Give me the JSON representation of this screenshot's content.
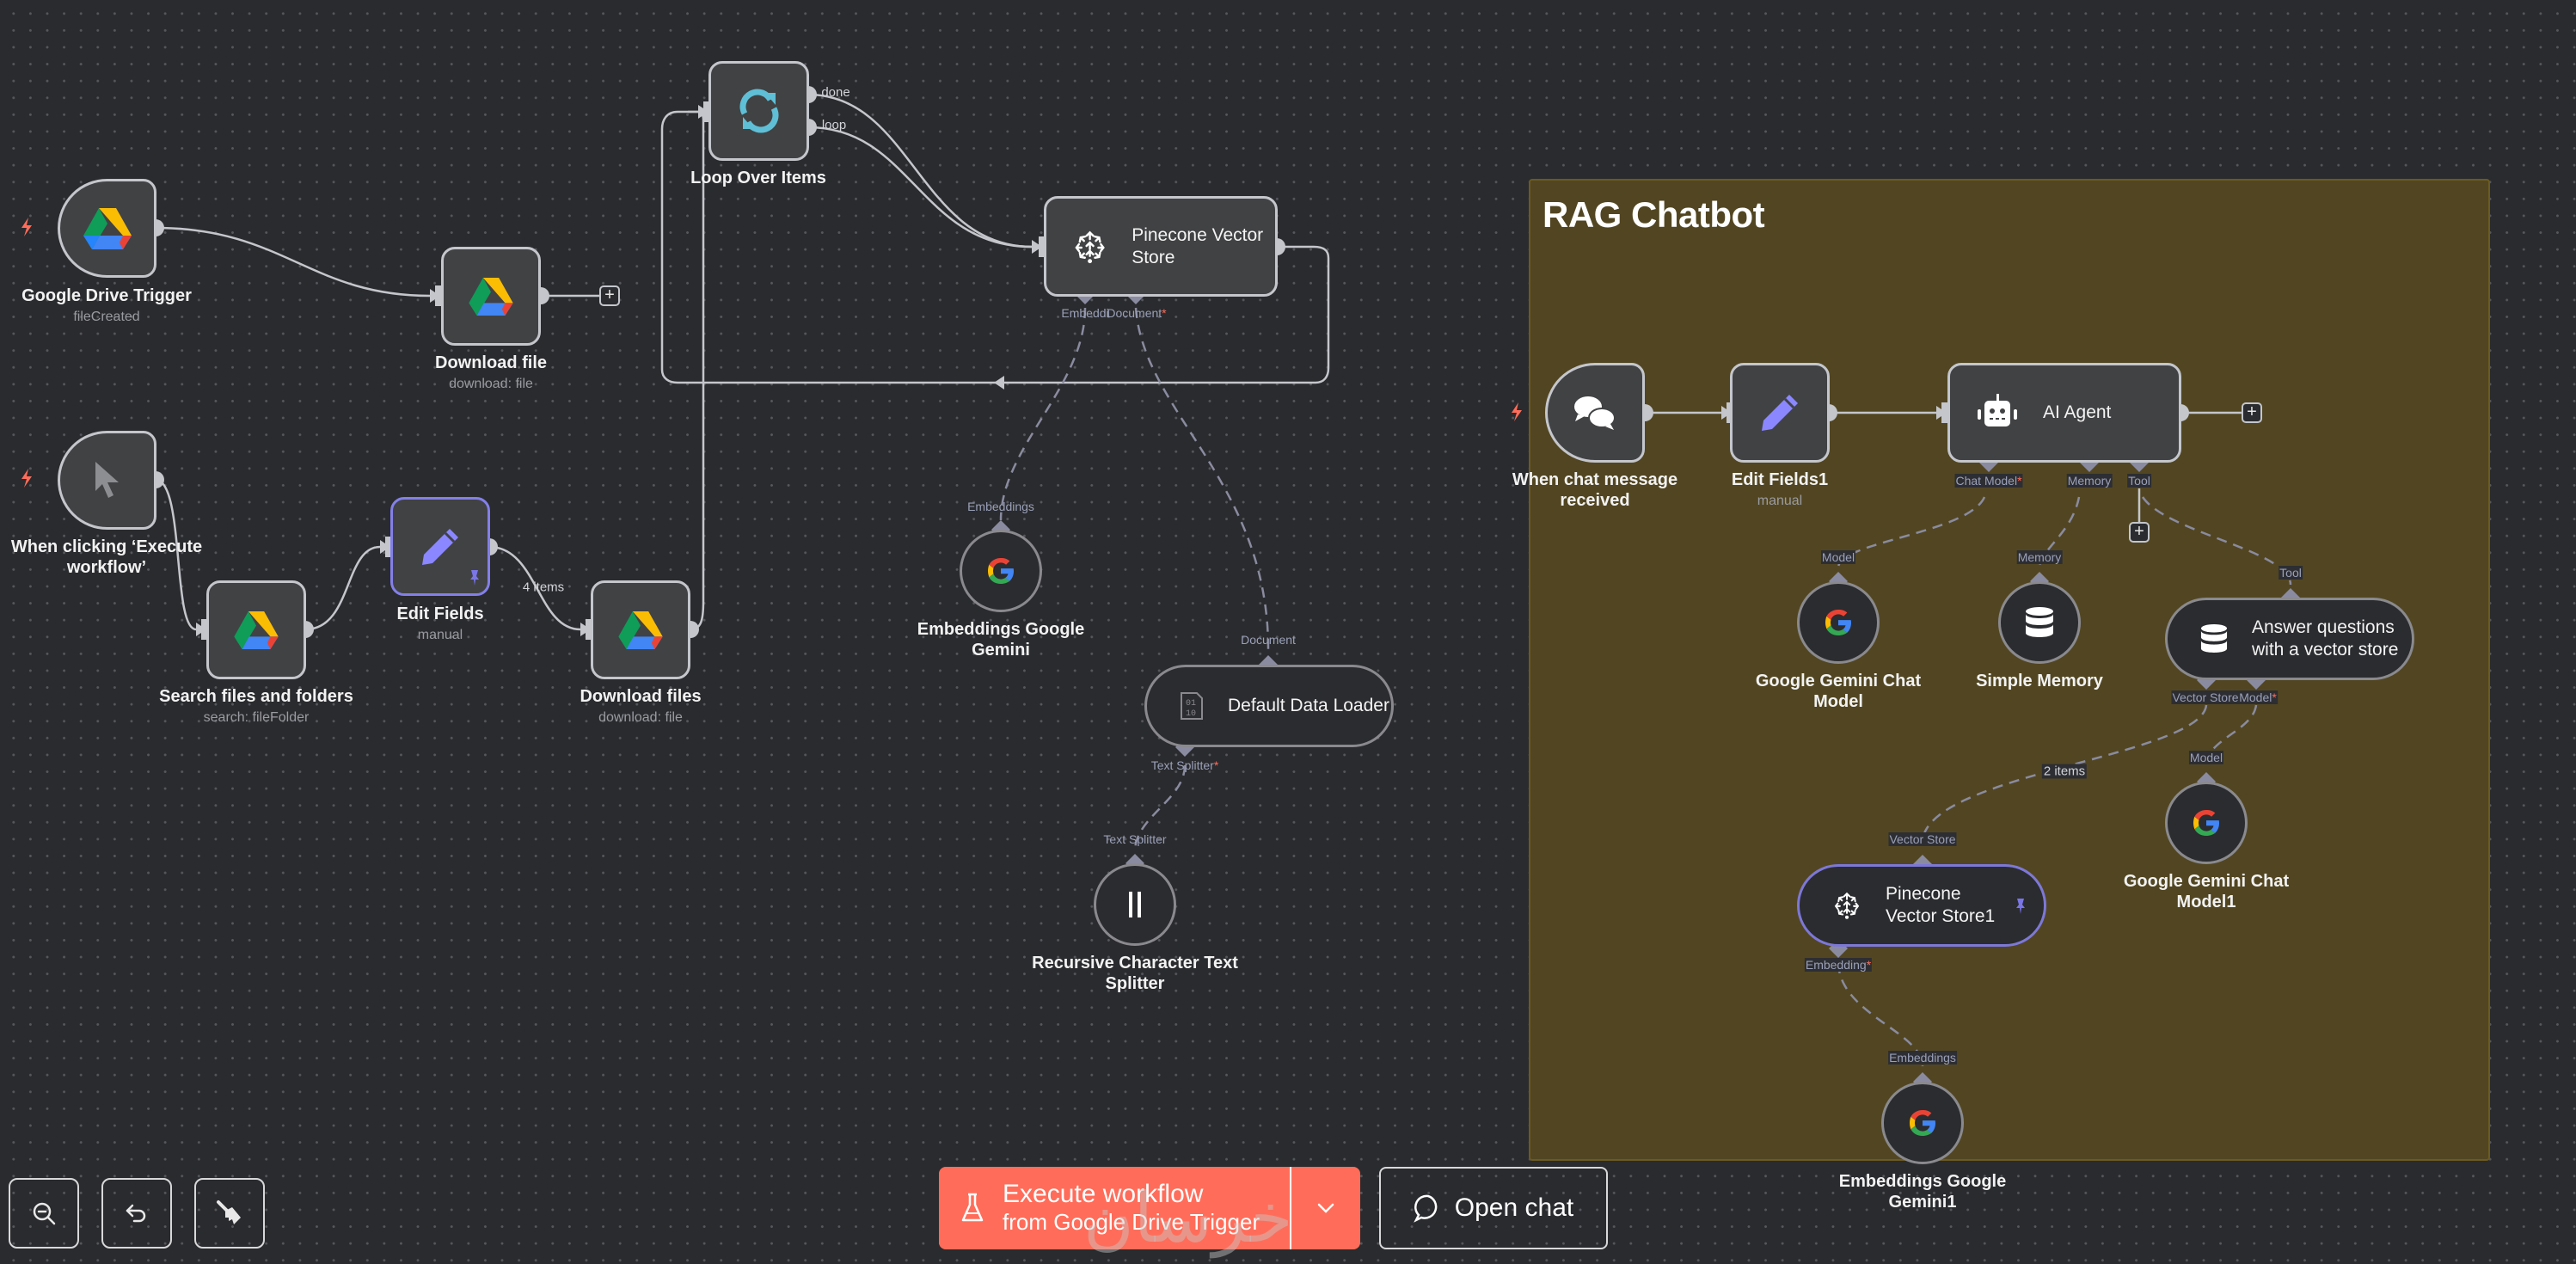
{
  "sticky_note": {
    "title": "RAG Chatbot",
    "color": "#524622"
  },
  "nodes": {
    "gdrive_trigger": {
      "title": "Google Drive Trigger",
      "subtitle": "fileCreated",
      "icon": "google-drive-icon"
    },
    "download_file": {
      "title": "Download file",
      "subtitle": "download: file",
      "icon": "google-drive-icon"
    },
    "manual_trigger": {
      "title": "When clicking ‘Execute workflow’",
      "icon": "cursor-icon"
    },
    "search_files": {
      "title": "Search files and folders",
      "subtitle": "search: fileFolder",
      "icon": "google-drive-icon"
    },
    "edit_fields": {
      "title": "Edit Fields",
      "subtitle": "manual",
      "icon": "pencil-icon",
      "pinned": true
    },
    "download_files": {
      "title": "Download files",
      "subtitle": "download: file",
      "icon": "google-drive-icon"
    },
    "loop": {
      "title": "Loop Over Items",
      "icon": "loop-icon",
      "outputs": [
        "done",
        "loop"
      ]
    },
    "pinecone": {
      "title": "Pinecone Vector Store",
      "icon": "pinecone-icon",
      "ports": [
        "Embeddi",
        "Document"
      ]
    },
    "embeddings_gemini": {
      "title": "Embeddings Google Gemini",
      "port": "Embeddings",
      "icon": "google-icon"
    },
    "data_loader": {
      "title": "Default Data Loader",
      "top_port": "Document",
      "bottom_port": "Text Splitter",
      "icon": "binary-file-icon"
    },
    "text_splitter": {
      "title": "Recursive Character Text Splitter",
      "port": "Text Splitter",
      "icon": "splitter-icon"
    },
    "chat_trigger": {
      "title": "When chat message received",
      "icon": "chat-bubbles-icon"
    },
    "edit_fields1": {
      "title": "Edit Fields1",
      "subtitle": "manual",
      "icon": "pencil-icon"
    },
    "ai_agent": {
      "title": "AI Agent",
      "icon": "robot-icon",
      "ports": [
        "Chat Model",
        "Memory",
        "Tool"
      ]
    },
    "gemini_chat": {
      "title": "Google Gemini Chat Model",
      "port": "Model",
      "icon": "google-icon"
    },
    "simple_memory": {
      "title": "Simple Memory",
      "port": "Memory",
      "icon": "database-icon"
    },
    "answer_tool": {
      "title": "Answer questions with a vector store",
      "top_port": "Tool",
      "ports": [
        "Vector Store",
        "Model"
      ],
      "icon": "database-icon"
    },
    "gemini_chat1": {
      "title": "Google Gemini Chat Model1",
      "port": "Model",
      "icon": "google-icon"
    },
    "pinecone1": {
      "title": "Pinecone Vector Store1",
      "top_port": "Vector Store",
      "bottom_port": "Embedding",
      "icon": "pinecone-icon",
      "pinned": true
    },
    "embeddings_gemini1": {
      "title": "Embeddings Google Gemini1",
      "port": "Embeddings",
      "icon": "google-icon"
    }
  },
  "edge_labels": {
    "edit_to_download": "4 items",
    "vector_store_items": "2 items"
  },
  "required_marker": "*",
  "toolbar": {
    "zoom_out": "zoom-out-icon",
    "undo": "undo-icon",
    "clear": "broom-icon"
  },
  "execute_button": {
    "title": "Execute workflow",
    "subtitle": "from Google Drive Trigger",
    "color": "#ff6d5a"
  },
  "open_chat_button": {
    "label": "Open chat"
  },
  "watermark": "خرسان"
}
